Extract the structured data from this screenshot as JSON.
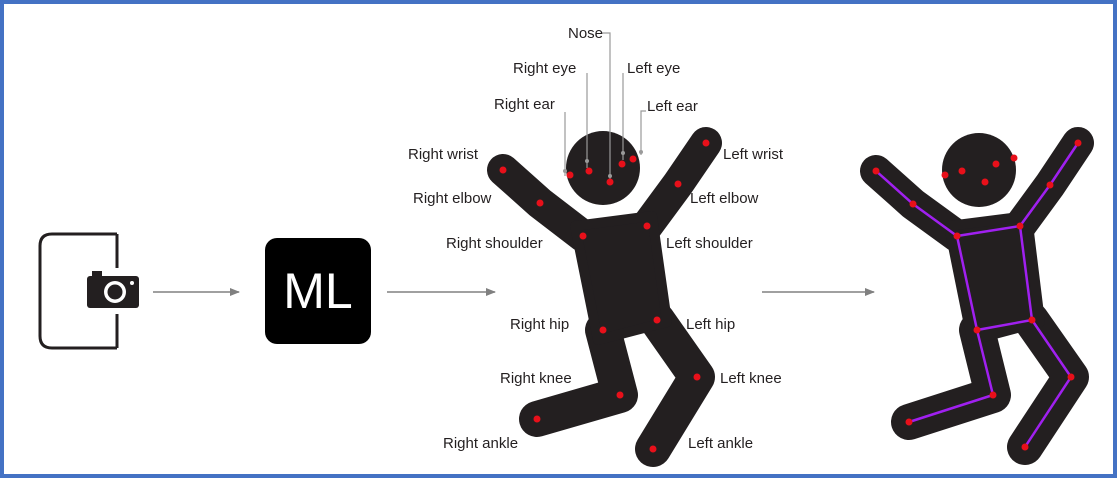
{
  "colors": {
    "border": "#4472c4",
    "figure": "#231f20",
    "keypoint": "#e8101a",
    "skeleton": "#a020f0",
    "arrow": "#808080",
    "leader": "#9a9a9a"
  },
  "ml_label": "ML",
  "icons": [
    "phone-camera-icon",
    "ml-model-icon"
  ],
  "labels": {
    "nose": "Nose",
    "right_eye": "Right eye",
    "left_eye": "Left eye",
    "right_ear": "Right ear",
    "left_ear": "Left ear",
    "right_wrist": "Right wrist",
    "left_wrist": "Left wrist",
    "right_elbow": "Right elbow",
    "left_elbow": "Left elbow",
    "right_shoulder": "Right shoulder",
    "left_shoulder": "Left shoulder",
    "right_hip": "Right hip",
    "left_hip": "Left hip",
    "right_knee": "Right knee",
    "left_knee": "Left knee",
    "right_ankle": "Right ankle",
    "left_ankle": "Left ankle"
  }
}
